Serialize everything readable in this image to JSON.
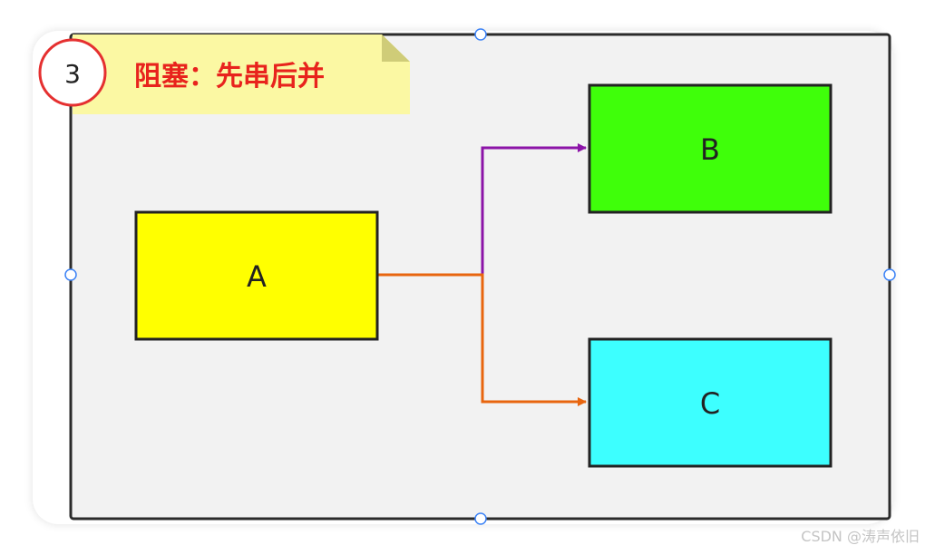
{
  "step_badge": {
    "number": "3",
    "ring_color": "#e53030"
  },
  "note": {
    "title": "阻塞：先串后并",
    "fill": "#fbf8a3",
    "fold_fill": "#cfcc78",
    "text_color": "#e8231d"
  },
  "frame": {
    "fill": "#f2f2f2",
    "stroke": "#2b2b2b"
  },
  "nodes": [
    {
      "id": "a",
      "label": "A",
      "fill": "#ffff00"
    },
    {
      "id": "b",
      "label": "B",
      "fill": "#3fff0a"
    },
    {
      "id": "c",
      "label": "C",
      "fill": "#3dffff"
    }
  ],
  "edges": [
    {
      "from": "A",
      "to": "B",
      "color": "#8c14a8"
    },
    {
      "from": "A",
      "to": "C",
      "color": "#e8650f"
    }
  ],
  "handle_color": "#3b82f6",
  "watermark": "CSDN @涛声依旧"
}
